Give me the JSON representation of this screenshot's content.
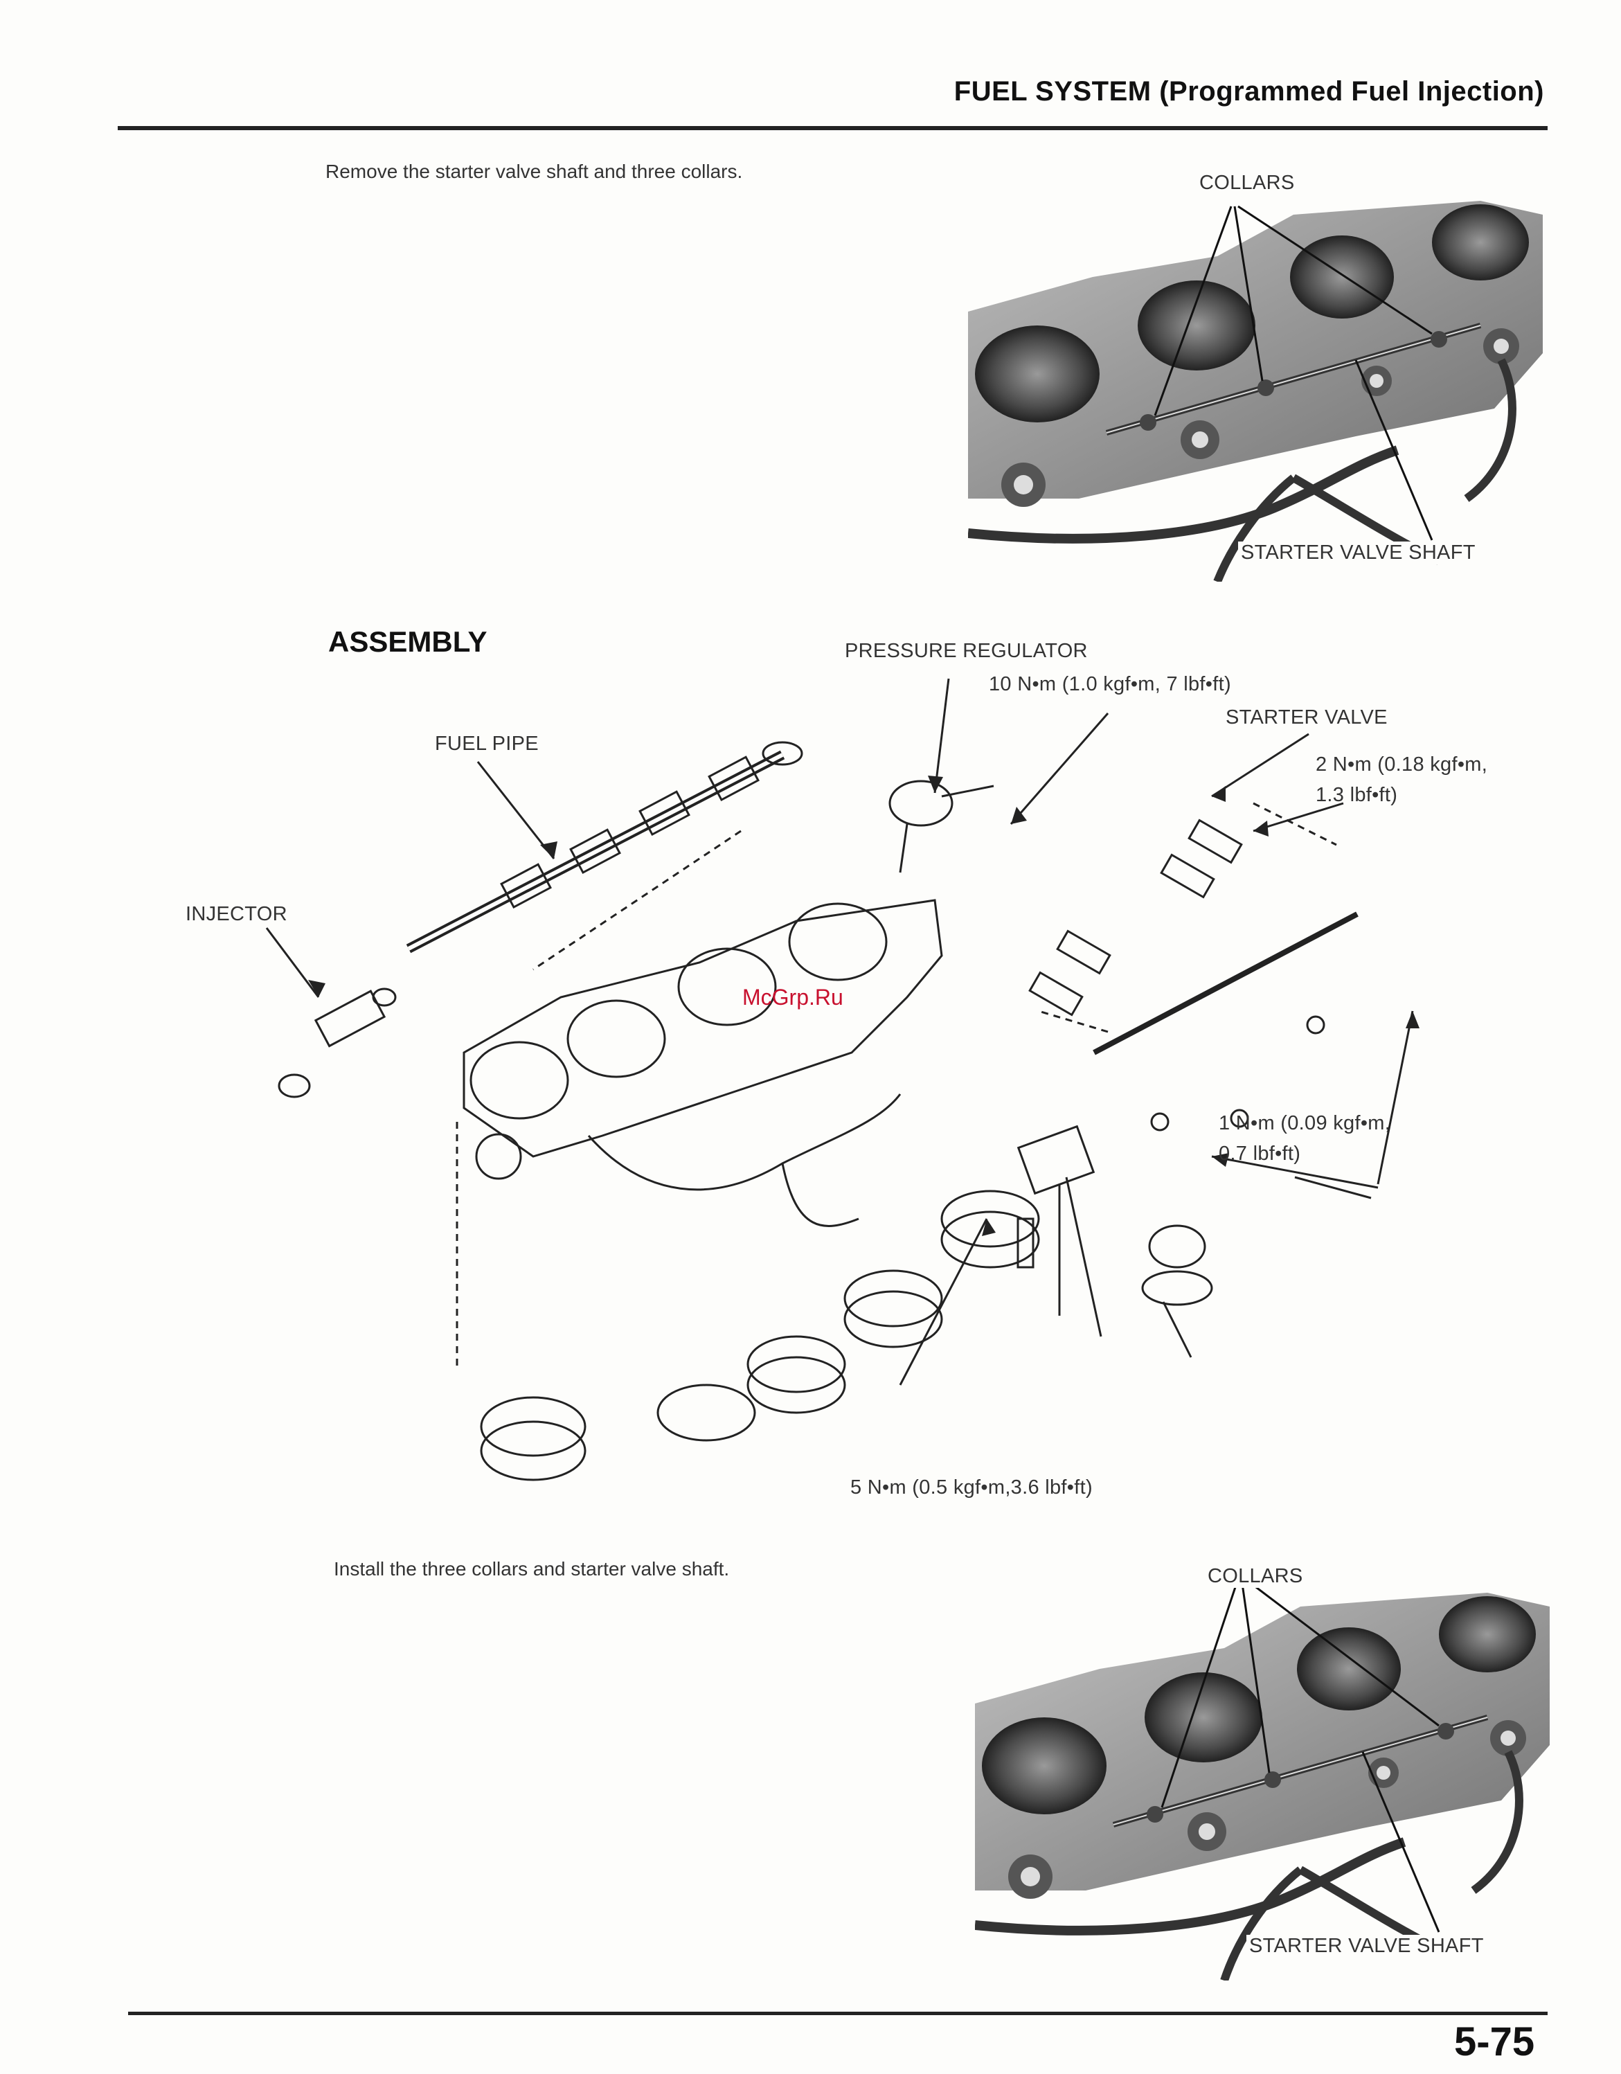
{
  "header": {
    "title": "FUEL SYSTEM (Programmed Fuel Injection)"
  },
  "step_remove": {
    "text": "Remove the starter valve shaft and three collars.",
    "photo_labels": {
      "collars": "COLLARS",
      "starter_valve_shaft": "STARTER VALVE SHAFT"
    }
  },
  "assembly": {
    "title": "ASSEMBLY",
    "labels": {
      "pressure_regulator": "PRESSURE REGULATOR",
      "pressure_regulator_torque": "10 N•m (1.0 kgf•m, 7 lbf•ft)",
      "starter_valve": "STARTER VALVE",
      "starter_valve_torque_1": "2 N•m (0.18 kgf•m,",
      "starter_valve_torque_2": "1.3 lbf•ft)",
      "fuel_pipe": "FUEL PIPE",
      "injector": "INJECTOR",
      "screw_torque_1": "1 N•m (0.09 kgf•m,",
      "screw_torque_2": "0.7 lbf•ft)",
      "bolt_torque": "5 N•m (0.5 kgf•m,3.6 lbf•ft)"
    },
    "watermark": "McGrp.Ru"
  },
  "step_install": {
    "text": "Install the three collars and starter valve shaft.",
    "photo_labels": {
      "collars": "COLLARS",
      "starter_valve_shaft": "STARTER VALVE SHAFT"
    }
  },
  "footer": {
    "page_number": "5-75"
  }
}
